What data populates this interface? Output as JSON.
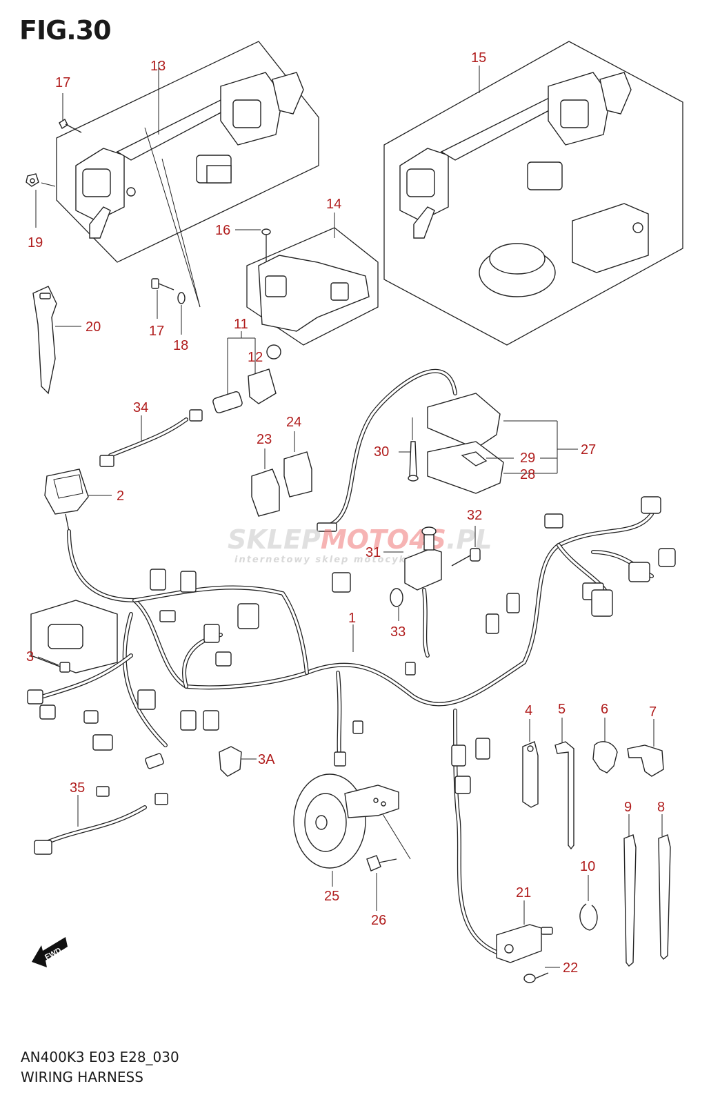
{
  "figure": {
    "title": "FIG.30",
    "code": "AN400K3 E03 E28_030",
    "name": "WIRING HARNESS"
  },
  "watermark": {
    "main_left": "SKLEP",
    "main_accent": "MOTO",
    "main_num": "4S",
    "main_right": ".PL",
    "sub": "internetowy sklep motocyklowy"
  },
  "fwd_label": "FWD",
  "colors": {
    "callout": "#b01c1c",
    "line": "#222222",
    "watermark_accent": "#f07878"
  },
  "callouts": [
    {
      "id": "13",
      "label": "13"
    },
    {
      "id": "17a",
      "label": "17"
    },
    {
      "id": "19",
      "label": "19"
    },
    {
      "id": "15",
      "label": "15"
    },
    {
      "id": "14",
      "label": "14"
    },
    {
      "id": "16",
      "label": "16"
    },
    {
      "id": "17b",
      "label": "17"
    },
    {
      "id": "18",
      "label": "18"
    },
    {
      "id": "20",
      "label": "20"
    },
    {
      "id": "11",
      "label": "11"
    },
    {
      "id": "12",
      "label": "12"
    },
    {
      "id": "34",
      "label": "34"
    },
    {
      "id": "24",
      "label": "24"
    },
    {
      "id": "23",
      "label": "23"
    },
    {
      "id": "30",
      "label": "30"
    },
    {
      "id": "29",
      "label": "29"
    },
    {
      "id": "27",
      "label": "27"
    },
    {
      "id": "28",
      "label": "28"
    },
    {
      "id": "2",
      "label": "2"
    },
    {
      "id": "32",
      "label": "32"
    },
    {
      "id": "31",
      "label": "31"
    },
    {
      "id": "33",
      "label": "33"
    },
    {
      "id": "1",
      "label": "1"
    },
    {
      "id": "3",
      "label": "3"
    },
    {
      "id": "4",
      "label": "4"
    },
    {
      "id": "5",
      "label": "5"
    },
    {
      "id": "6",
      "label": "6"
    },
    {
      "id": "7",
      "label": "7"
    },
    {
      "id": "3A",
      "label": "3A"
    },
    {
      "id": "35",
      "label": "35"
    },
    {
      "id": "9",
      "label": "9"
    },
    {
      "id": "8",
      "label": "8"
    },
    {
      "id": "10",
      "label": "10"
    },
    {
      "id": "25",
      "label": "25"
    },
    {
      "id": "26",
      "label": "26"
    },
    {
      "id": "21",
      "label": "21"
    },
    {
      "id": "22",
      "label": "22"
    }
  ]
}
